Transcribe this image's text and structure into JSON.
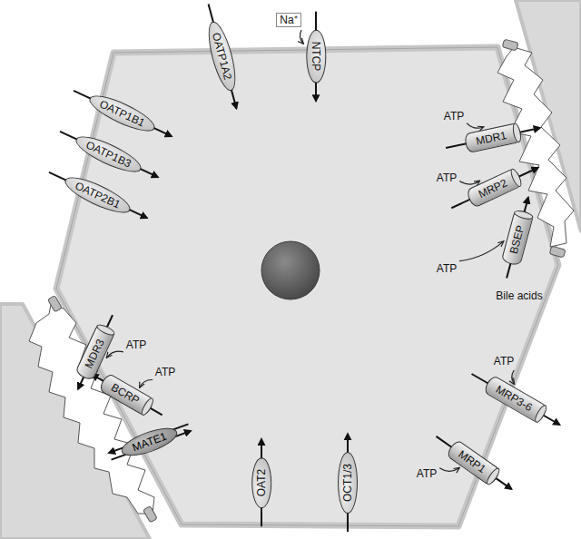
{
  "diagram": {
    "nodes": [
      {
        "text": [
          "OATP1A2"
        ]
      },
      {
        "text": [
          "NTCP"
        ]
      },
      {
        "text": [
          "OATP1B1"
        ]
      },
      {
        "text": [
          "OATP1B3"
        ]
      },
      {
        "text": [
          "OATP2B1"
        ]
      },
      {
        "text": [
          "MDR1"
        ]
      },
      {
        "text": [
          "MRP2"
        ]
      },
      {
        "text": [
          "BSEP"
        ]
      },
      {
        "text": [
          "MRP3-6"
        ]
      },
      {
        "text": [
          "MRP1"
        ]
      },
      {
        "text": [
          "OCT1/3"
        ]
      },
      {
        "text": [
          "OAT2"
        ]
      },
      {
        "text": [
          "MATE1"
        ]
      },
      {
        "text": [
          "BCRP"
        ]
      },
      {
        "text": [
          "MDR3"
        ]
      }
    ],
    "labels": [
      "Na⁺",
      "ATP",
      "ATP",
      "ATP",
      "Bile acids",
      "ATP",
      "ATP",
      "ATP",
      "ATP"
    ]
  }
}
